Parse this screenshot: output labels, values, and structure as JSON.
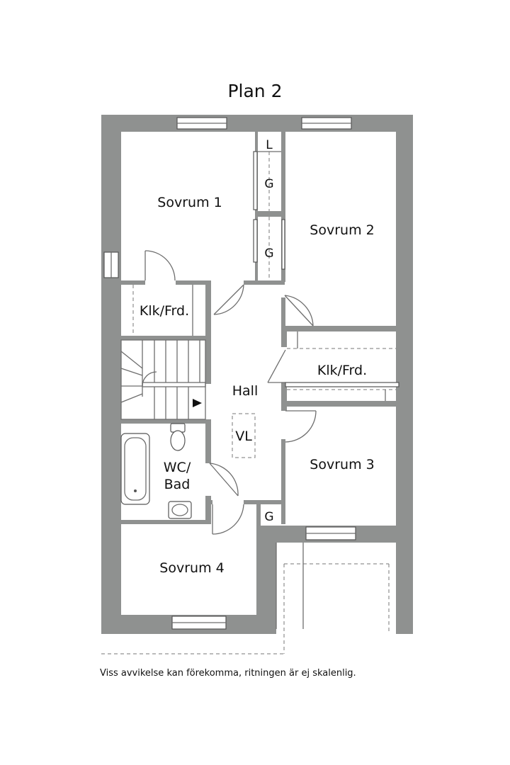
{
  "title": "Plan 2",
  "disclaimer": "Viss avvikelse kan förekomma, ritningen är ej skalenlig.",
  "rooms": {
    "sovrum1": "Sovrum 1",
    "sovrum2": "Sovrum 2",
    "sovrum3": "Sovrum 3",
    "sovrum4": "Sovrum 4",
    "klk_left": "Klk/Frd.",
    "klk_right": "Klk/Frd.",
    "hall": "Hall",
    "vl": "VL",
    "wc_line1": "WC/",
    "wc_line2": "Bad",
    "l": "L",
    "g_top": "G",
    "g_mid": "G",
    "g_bottom": "G"
  },
  "colors": {
    "wall": "#8f9190",
    "line": "#6e6e6e",
    "text": "#111111"
  }
}
